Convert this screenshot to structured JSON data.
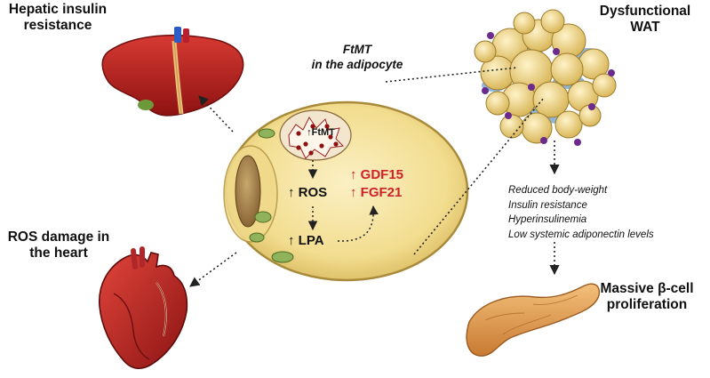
{
  "labels": {
    "liver_title": "Hepatic insulin resistance",
    "wat_title": "Dysfunctional WAT",
    "heart_title": "ROS damage in the heart",
    "pancreas_title": "Massive β-cell proliferation",
    "ftmt_caption_line1": "FtMT",
    "ftmt_caption_line2": "in the adipocyte"
  },
  "cell": {
    "ftmt_label": "↑FtMT",
    "ros_label": "↑ ROS",
    "lpa_label": "↑ LPA",
    "gdf15_label": "↑ GDF15",
    "fgf21_label": "↑ FGF21"
  },
  "effects": [
    "Reduced body-weight",
    "Insulin resistance",
    "Hyperinsulinemia",
    "Low systemic adiponectin levels"
  ],
  "colors": {
    "red_text": "#d0202a",
    "cell_fill": "#f2dd8f",
    "liver": "#b51d1d",
    "heart": "#c0262a",
    "pancreas": "#e8a154",
    "wat_fat": "#eed38a",
    "wat_stroma": "#7aa8d0",
    "mito": "#8fb35a"
  },
  "icons": [
    "liver-icon",
    "heart-icon",
    "pancreas-icon",
    "adipose-tissue-icon",
    "adipocyte-icon",
    "nucleus-icon",
    "mitochondria-icon"
  ]
}
